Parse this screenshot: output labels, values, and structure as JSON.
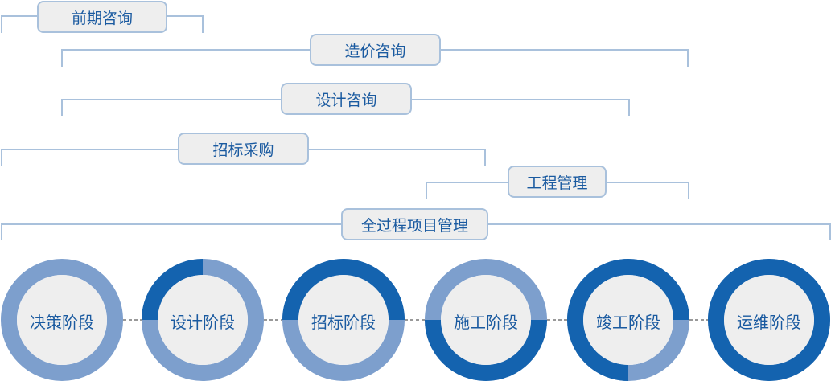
{
  "services": [
    {
      "label": "前期咨询"
    },
    {
      "label": "造价咨询"
    },
    {
      "label": "设计咨询"
    },
    {
      "label": "招标采购"
    },
    {
      "label": "工程管理"
    },
    {
      "label": "全过程项目管理"
    }
  ],
  "stages": [
    {
      "label": "决策阶段",
      "highlight_fraction": 0
    },
    {
      "label": "设计阶段",
      "highlight_fraction": 0.25
    },
    {
      "label": "招标阶段",
      "highlight_fraction": 0.5
    },
    {
      "label": "施工阶段",
      "highlight_fraction": 0.5
    },
    {
      "label": "竣工阶段",
      "highlight_fraction": 0.75
    },
    {
      "label": "运维阶段",
      "highlight_fraction": 1
    }
  ],
  "colors": {
    "ring_light": "#7d9fcd",
    "ring_dark": "#1463af",
    "ring_inner": "#eeeeee",
    "connector": "#999999"
  }
}
